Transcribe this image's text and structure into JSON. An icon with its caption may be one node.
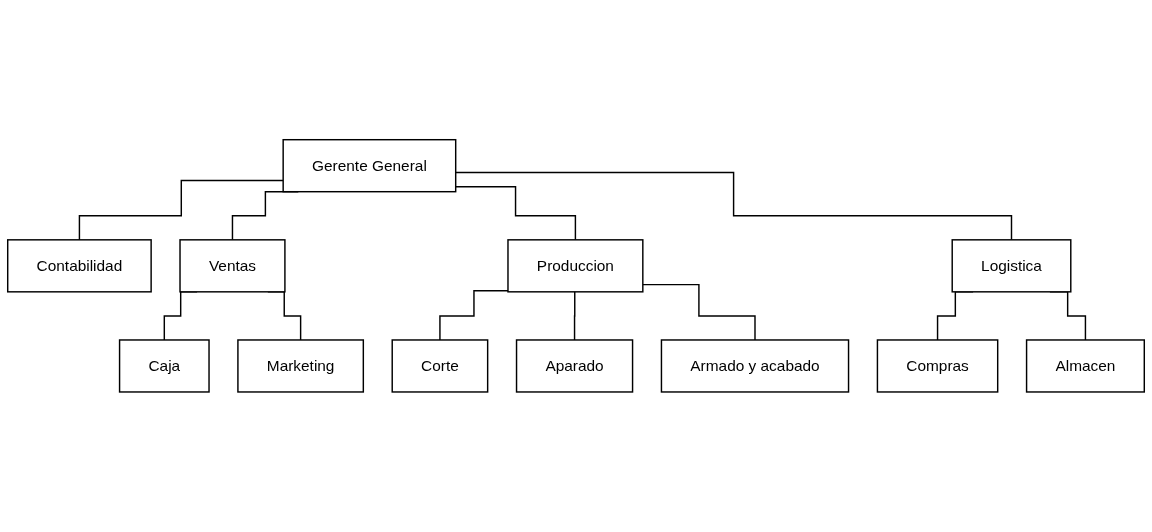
{
  "diagram": {
    "nodes": [
      {
        "text": [
          "Gerente General"
        ]
      },
      {
        "text": [
          "Contabilidad"
        ]
      },
      {
        "text": [
          "Ventas"
        ]
      },
      {
        "text": [
          "Produccion"
        ]
      },
      {
        "text": [
          "Logistica"
        ]
      },
      {
        "text": [
          "Caja"
        ]
      },
      {
        "text": [
          "Marketing"
        ]
      },
      {
        "text": [
          "Corte"
        ]
      },
      {
        "text": [
          "Aparado"
        ]
      },
      {
        "text": [
          "Armado y acabado"
        ]
      },
      {
        "text": [
          "Compras"
        ]
      },
      {
        "text": [
          "Almacen"
        ]
      }
    ],
    "edges": [
      {
        "from": 0,
        "to": 1,
        "arrow": "none"
      },
      {
        "from": 0,
        "to": 2,
        "arrow": "none"
      },
      {
        "from": 0,
        "to": 3,
        "arrow": "none"
      },
      {
        "from": 0,
        "to": 4,
        "arrow": "none"
      },
      {
        "from": 2,
        "to": 5,
        "arrow": "none"
      },
      {
        "from": 2,
        "to": 6,
        "arrow": "none"
      },
      {
        "from": 3,
        "to": 7,
        "arrow": "none"
      },
      {
        "from": 3,
        "to": 8,
        "arrow": "none"
      },
      {
        "from": 3,
        "to": 9,
        "arrow": "none"
      },
      {
        "from": 4,
        "to": 10,
        "arrow": "none"
      },
      {
        "from": 4,
        "to": 11,
        "arrow": "none"
      }
    ]
  }
}
